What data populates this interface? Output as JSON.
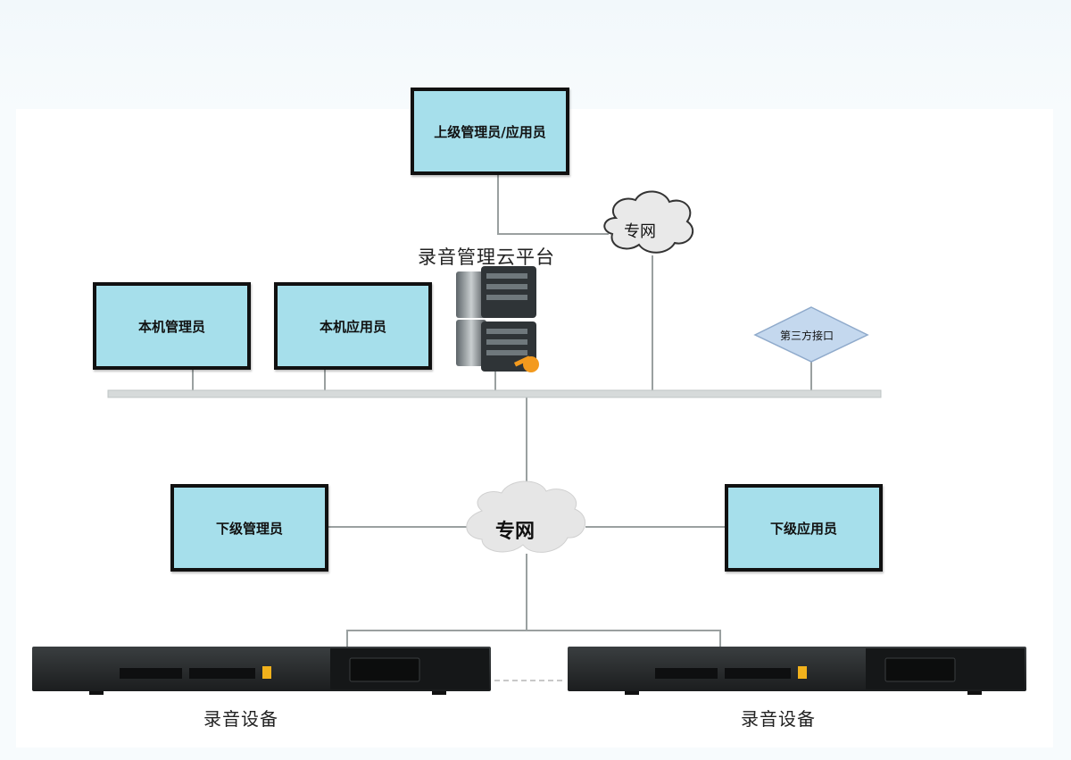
{
  "nodes": {
    "upper_admin": "上级管理员/应用员",
    "local_admin": "本机管理员",
    "local_user": "本机应用员",
    "lower_admin": "下级管理员",
    "lower_user": "下级应用员",
    "cloud_platform": "录音管理云平台",
    "third_party": "第三方接口",
    "private_net_top": "专网",
    "private_net_mid": "专网",
    "recorder_left": "录音设备",
    "recorder_right": "录音设备"
  },
  "colors": {
    "monitor_fill": "#a6dfeb",
    "monitor_border": "#111111",
    "bus": "#d6dada",
    "link": "#9aa0a0",
    "cloud_fill": "#e9e9e9",
    "diamond_fill": "#c4d8ee",
    "device_body": "#2a2d2e"
  }
}
